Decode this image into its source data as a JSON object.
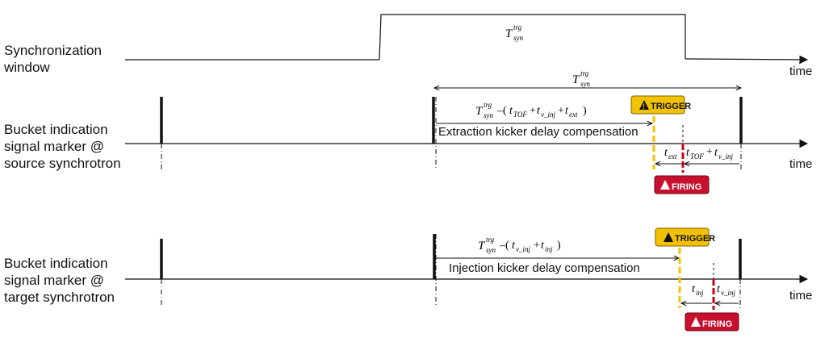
{
  "rows": {
    "sync": {
      "line1": "Synchronization",
      "line2": "window"
    },
    "source": {
      "line1": "Bucket indication",
      "line2": "signal marker @",
      "line3": "source synchrotron"
    },
    "target": {
      "line1": "Bucket indication",
      "line2": "signal marker  @",
      "line3": "target synchrotron"
    }
  },
  "axis_label": "time",
  "source": {
    "comp_label": "Extraction kicker delay compensation",
    "formula_inner": [
      "TOF",
      "v_inj",
      "ext"
    ],
    "right_segment_labels": {
      "left": "ext",
      "right_a": "TOF",
      "right_b": "v_inj"
    }
  },
  "target": {
    "comp_label": "Injection kicker delay compensation",
    "formula_inner": [
      "v_inj",
      "inj"
    ],
    "right_segment_labels": {
      "left": "inj",
      "right": "v_inj"
    }
  },
  "badges": {
    "trigger": "TRIGGER",
    "firing": "FIRING"
  },
  "symbols": {
    "T": "T",
    "t": "t",
    "syn": "syn",
    "trg": "trg"
  },
  "colors": {
    "trigger_bg": "#f2c200",
    "firing_bg": "#c8102e",
    "trigger_line": "#f5c400",
    "firing_line": "#d0021b"
  }
}
